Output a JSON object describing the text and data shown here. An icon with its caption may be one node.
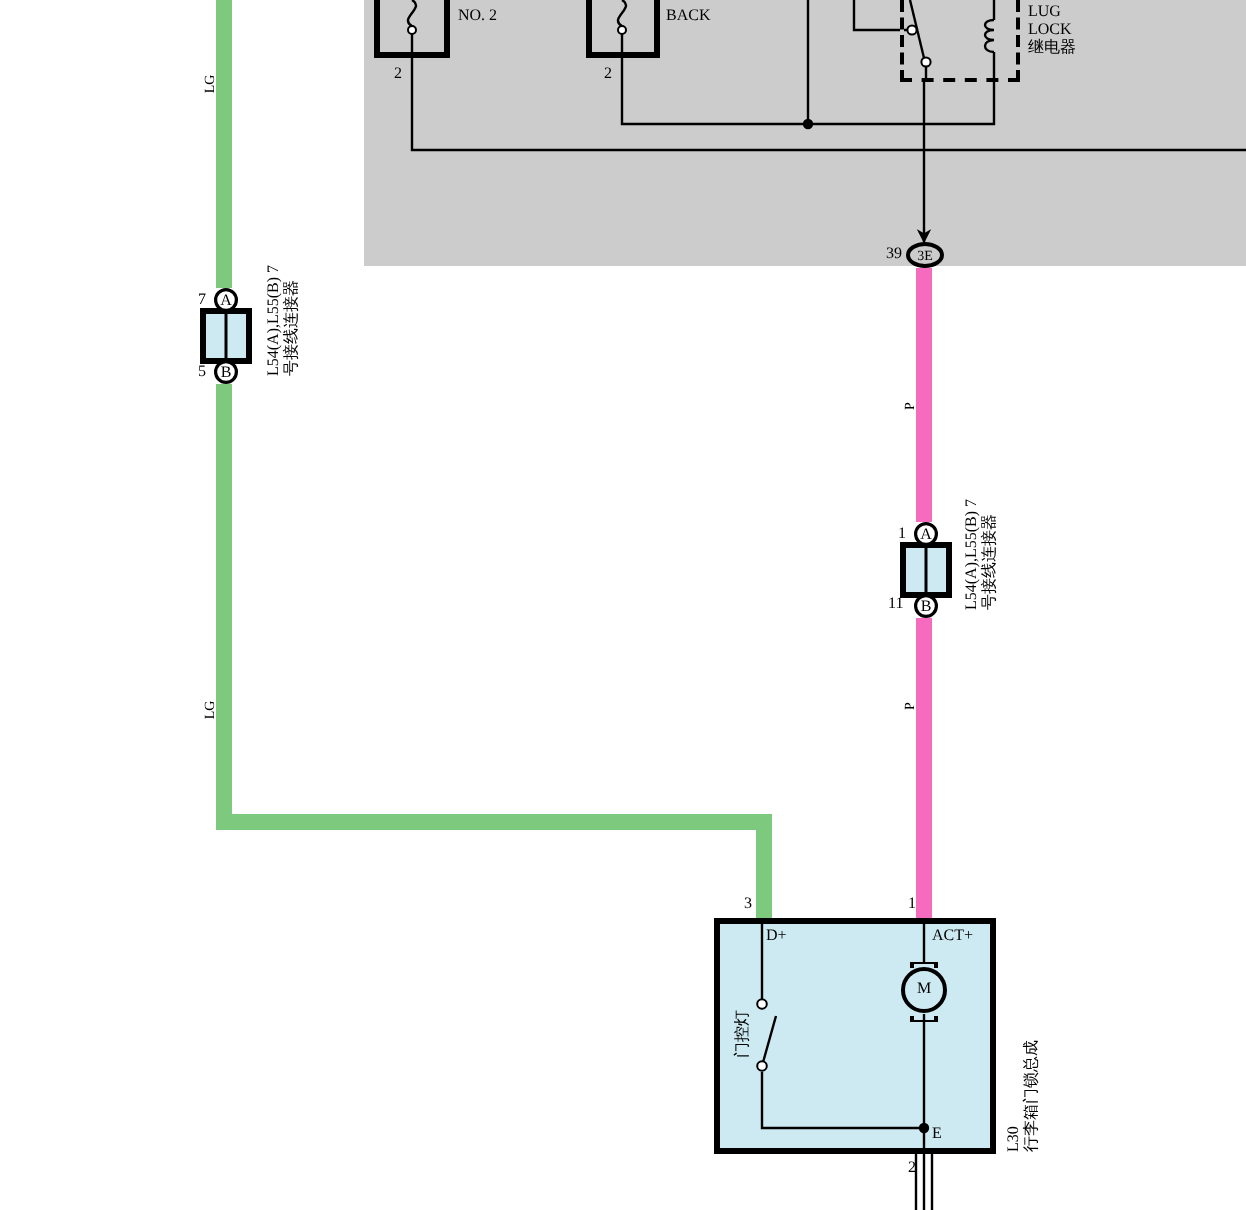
{
  "diagram": {
    "nodes": [
      {
        "text": [],
        "shape": "box",
        "beside": [
          "NO. 2",
          "2"
        ]
      },
      {
        "text": [],
        "shape": "box",
        "beside": [
          "BACK",
          "2"
        ]
      },
      {
        "text": [],
        "shape": "box",
        "beside": [
          "LUG LOCK 继电器"
        ]
      },
      {
        "text": [
          "3E"
        ],
        "beside": [
          "39"
        ]
      },
      {
        "text": [
          "A",
          "B"
        ],
        "beside": [
          "7",
          "5",
          "L54(A),L55(B) 7 号接线连接器"
        ]
      },
      {
        "text": [
          "A",
          "B"
        ],
        "beside": [
          "1",
          "11",
          "L54(A),L55(B) 7 号接线连接器"
        ]
      },
      {
        "text": [
          "D+",
          "ACT+",
          "门控灯",
          "E"
        ],
        "beside": [
          "3",
          "1",
          "2",
          "L30 行李箱门锁总成"
        ]
      },
      {
        "text": [
          "M"
        ],
        "in": 6
      }
    ],
    "edges": [
      {
        "from": 0,
        "to": null,
        "arrow": "none"
      },
      {
        "from": 1,
        "to": 2,
        "arrow": "none"
      },
      {
        "from": null,
        "to": 2,
        "arrow": "none"
      },
      {
        "from": 2,
        "to": 3,
        "arrow": "to"
      },
      {
        "from": 3,
        "to": 5,
        "arrow": "none",
        "label": "P",
        "style": "thick",
        "color": "#f56bbd"
      },
      {
        "from": 5,
        "to": 6,
        "arrow": "none",
        "label": "P",
        "style": "thick",
        "color": "#f56bbd"
      },
      {
        "from": null,
        "to": 4,
        "arrow": "none",
        "label": "LG",
        "style": "thick",
        "color": "#7dc97d"
      },
      {
        "from": 4,
        "to": 6,
        "arrow": "none",
        "label": "LG",
        "style": "thick",
        "color": "#7dc97d"
      },
      {
        "from": 6,
        "to": null,
        "arrow": "none"
      }
    ]
  }
}
